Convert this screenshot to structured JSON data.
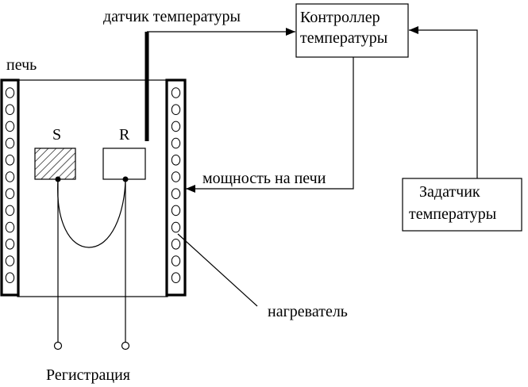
{
  "labels": {
    "sensor": "датчик температуры",
    "furnace": "печь",
    "controller_line1": "Контроллер",
    "controller_line2": "температуры",
    "power": "мощность на печи",
    "setpoint_line1": "Задатчик",
    "setpoint_line2": "температуры",
    "sample": "S",
    "reference": "R",
    "heater": "нагреватель",
    "recording": "Регистрация"
  },
  "colors": {
    "stroke": "#000000",
    "background": "#ffffff"
  }
}
